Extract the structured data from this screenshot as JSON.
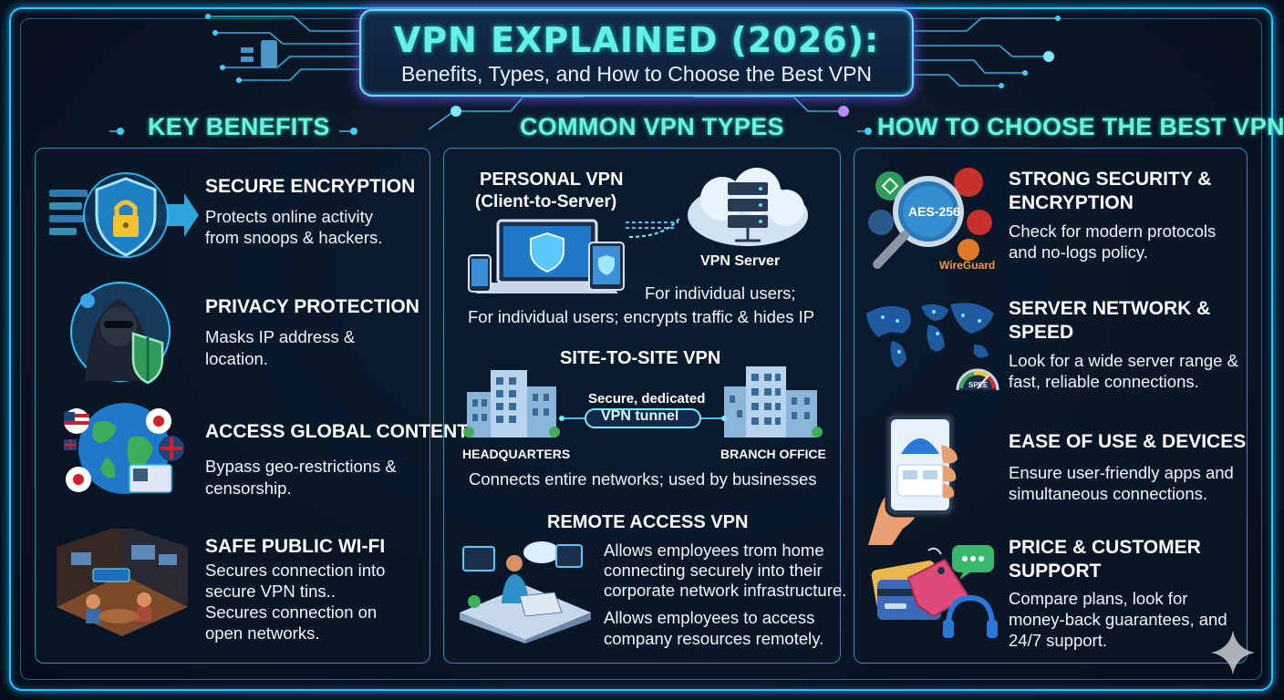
{
  "header": {
    "title": "VPN EXPLAINED (2026):",
    "subtitle": "Benefits, Types, and How to Choose the Best VPN"
  },
  "columns": {
    "benefits": {
      "heading": "KEY BENEFITS",
      "items": [
        {
          "title": "SECURE ENCRYPTION",
          "desc1": "Protects online activity",
          "desc2": "from snoops & hackers."
        },
        {
          "title": "PRIVACY PROTECTION",
          "desc1": "Masks IP address &",
          "desc2": "location."
        },
        {
          "title": "ACCESS GLOBAL CONTENT",
          "desc1": "Bypass geo-restrictions &",
          "desc2": "censorship."
        },
        {
          "title": "SAFE PUBLIC WI-FI",
          "desc1": "Secures connection into",
          "desc2": "secure VPN tins..",
          "desc3": "Secures connection on",
          "desc4": "open networks."
        }
      ]
    },
    "types": {
      "heading": "COMMON VPN TYPES",
      "personal": {
        "title1": "PERSONAL VPN",
        "title2": "(Client-to-Server)",
        "server_label": "VPN Server",
        "desc_short": "For individual users;",
        "desc_full": "For individual users; encrypts traffic & hides IP"
      },
      "site": {
        "title": "SITE-TO-SITE VPN",
        "tunnel_caption": "Secure, dedicated",
        "tunnel_label": "VPN tunnel",
        "left_label": "HEADQUARTERS",
        "right_label": "BRANCH OFFICE",
        "desc": "Connects entire networks; used by businesses"
      },
      "remote": {
        "title": "REMOTE ACCESS VPN",
        "desc1": "Allows employees trom home",
        "desc2": "connecting securely into their",
        "desc3": "corporate network infrastructure.",
        "desc4": "Allows employees to access",
        "desc5": "company resources remotely."
      }
    },
    "choose": {
      "heading": "HOW TO CHOOSE THE BEST VPN",
      "security": {
        "title1": "STRONG SECURITY &",
        "title2": "ENCRYPTION",
        "desc1": "Check for modern protocols",
        "desc2": "and no-logs policy.",
        "lens_label": "AES-256",
        "protocol_label": "WireGuard"
      },
      "network": {
        "title1": "SERVER NETWORK &",
        "title2": "SPEED",
        "desc1": "Look for a wide server range &",
        "desc2": "fast, reliable connections.",
        "gauge_label": "SPEE"
      },
      "ease": {
        "title": "EASE OF USE & DEVICES",
        "desc1": "Ensure user-friendly apps and",
        "desc2": "simultaneous connections."
      },
      "price": {
        "title1": "PRICE & CUSTOMER",
        "title2": "SUPPORT",
        "desc1": "Compare plans, look for",
        "desc2": "money-back guarantees, and",
        "desc3": "24/7 support."
      }
    }
  },
  "colors": {
    "accent_teal": "#63f0e6",
    "frame_blue": "#2fc3ff",
    "glow_purple": "#7a5cff",
    "background": "#0a1626"
  }
}
